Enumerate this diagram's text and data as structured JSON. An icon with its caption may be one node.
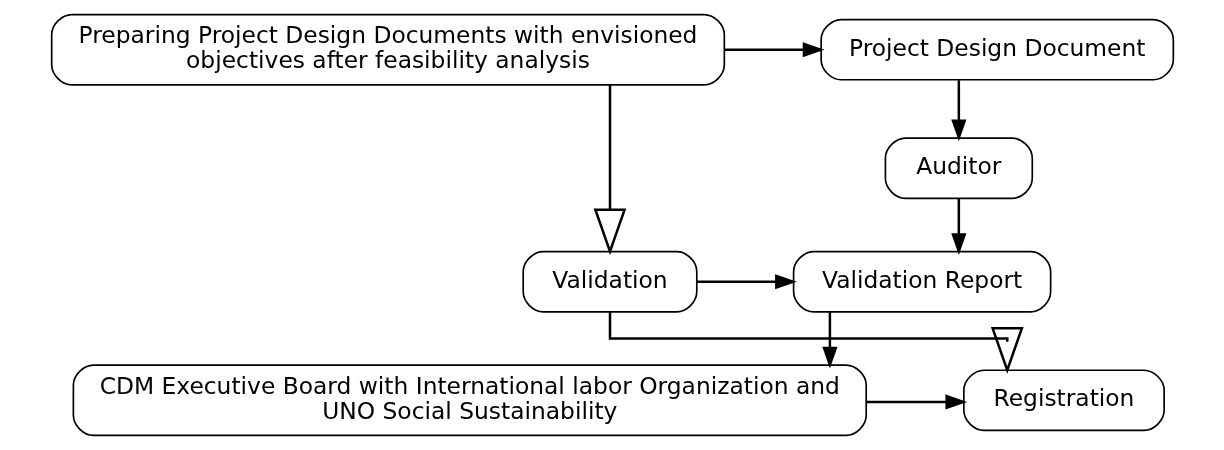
{
  "diagram": {
    "nodes": [
      {
        "text": [
          "Preparing Project Design Documents with envisioned objectives after feasibility analysis"
        ]
      },
      {
        "text": [
          "Project Design Document"
        ]
      },
      {
        "text": [
          "Auditor"
        ]
      },
      {
        "text": [
          "Validation"
        ]
      },
      {
        "text": [
          "Validation Report"
        ]
      },
      {
        "text": [
          "Registration"
        ]
      },
      {
        "text": [
          "CDM Executive Board with International labor Organization and UNO Social Sustainability"
        ]
      }
    ],
    "edges": [
      {
        "from": 0,
        "to": 1,
        "arrow": "to"
      },
      {
        "from": 1,
        "to": 2,
        "arrow": "to"
      },
      {
        "from": 2,
        "to": 4,
        "arrow": "to"
      },
      {
        "from": 0,
        "to": 3,
        "arrow": "to"
      },
      {
        "from": 3,
        "to": 4,
        "arrow": "to"
      },
      {
        "from": 3,
        "to": 5,
        "arrow": "to"
      },
      {
        "from": 4,
        "to": 6,
        "arrow": "to"
      },
      {
        "from": 6,
        "to": 5,
        "arrow": "to"
      }
    ]
  }
}
